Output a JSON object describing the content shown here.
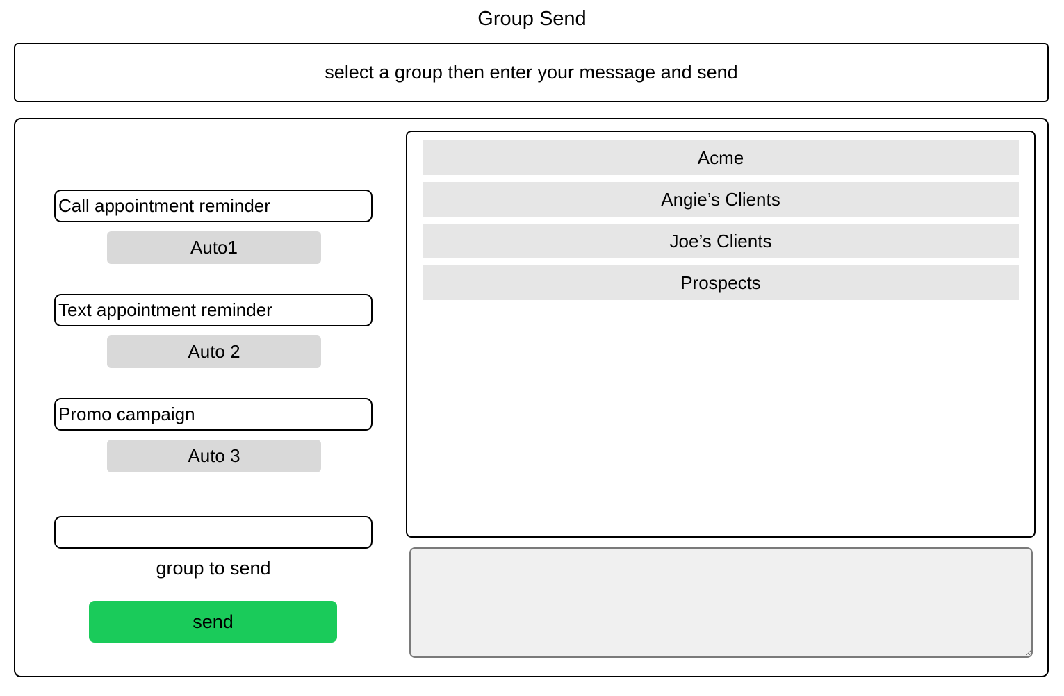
{
  "title": "Group Send",
  "instruction": "select a group then enter your message and send",
  "left_panel": {
    "auto_messages": [
      {
        "value": "Call appointment reminder",
        "button_label": "Auto1"
      },
      {
        "value": "Text appointment reminder",
        "button_label": "Auto 2"
      },
      {
        "value": "Promo campaign",
        "button_label": "Auto 3"
      }
    ],
    "group_input_value": "",
    "group_input_label": "group to send",
    "send_button_label": "send"
  },
  "group_list": {
    "items": [
      "Acme",
      "Angie’s Clients",
      "Joe’s Clients",
      "Prospects"
    ]
  },
  "message_box": {
    "value": ""
  },
  "colors": {
    "send_button": "#1acb5a",
    "auto_button_bg": "#d9d9d9",
    "group_row_bg": "#e6e6e6",
    "textarea_bg": "#f0f0f0",
    "textarea_border": "#7a7a7a"
  }
}
